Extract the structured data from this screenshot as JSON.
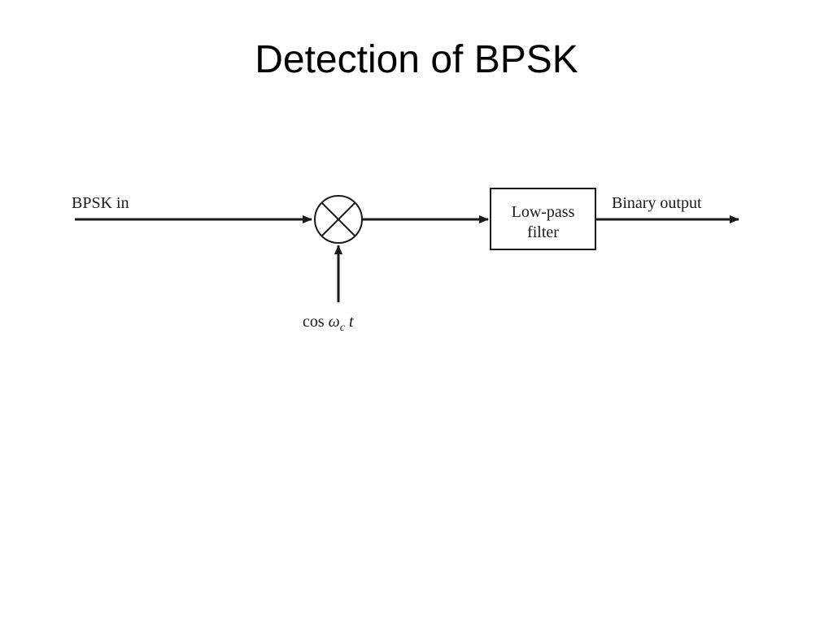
{
  "slide": {
    "title": "Detection of BPSK"
  },
  "diagram": {
    "input_label": "BPSK in",
    "filter_label_line1": "Low-pass",
    "filter_label_line2": "filter",
    "output_label": "Binary output",
    "carrier_label": {
      "prefix": "cos ",
      "omega": "ω",
      "subscript": "c",
      "suffix": " t"
    }
  },
  "colors": {
    "stroke": "#1a1a1a",
    "background": "#ffffff"
  }
}
